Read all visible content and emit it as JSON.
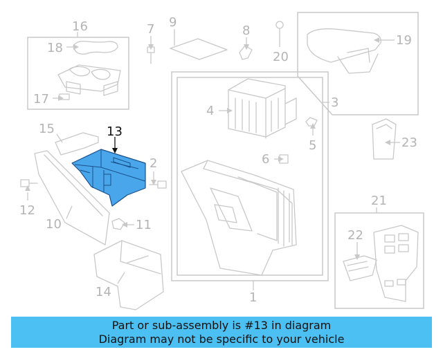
{
  "callouts": {
    "c1": "1",
    "c2": "2",
    "c3": "3",
    "c4": "4",
    "c5": "5",
    "c6": "6",
    "c7": "7",
    "c8": "8",
    "c9": "9",
    "c10": "10",
    "c11": "11",
    "c12": "12",
    "c13": "13",
    "c14": "14",
    "c15": "15",
    "c16": "16",
    "c17": "17",
    "c18": "18",
    "c19": "19",
    "c20": "20",
    "c21": "21",
    "c22": "22",
    "c23": "23"
  },
  "highlighted_part": "13",
  "highlight_color": "#4aa6ea",
  "banner": {
    "line1": "Part or sub-assembly is #13 in diagram",
    "line2": "Diagram may not be specific to your vehicle",
    "background": "#4cc0f2"
  }
}
